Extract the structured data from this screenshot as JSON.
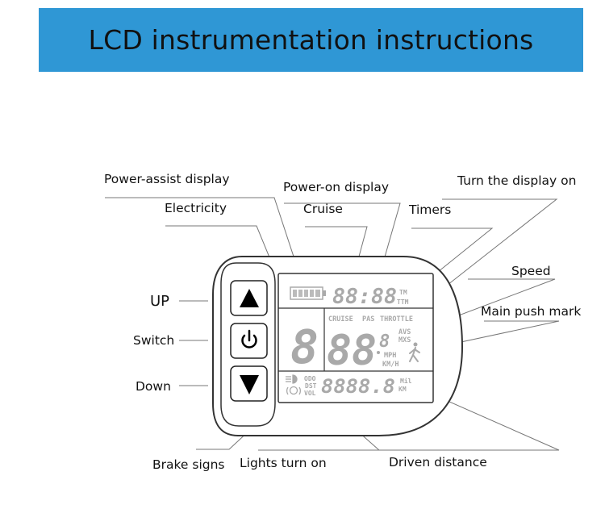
{
  "title": "LCD instrumentation instructions",
  "labels": {
    "power_assist_display": "Power-assist display",
    "power_on_display": "Power-on display",
    "turn_display_on": "Turn the display on",
    "electricity": "Electricity",
    "cruise": "Cruise",
    "timers": "Timers",
    "speed": "Speed",
    "main_push_mark": "Main push mark",
    "up": "UP",
    "switch": "Switch",
    "down": "Down",
    "brake_signs": "Brake signs",
    "lights_turn_on": "Lights turn on",
    "driven_distance": "Driven distance"
  },
  "lcd": {
    "time_digits": "88:88",
    "time_unit_top": "TM",
    "time_unit_bottom": "TTM",
    "mode_cruise": "CRUISE",
    "mode_pas": "PAS",
    "mode_throttle": "THROTTLE",
    "assist_digit": "8",
    "speed_digits": "88",
    "speed_decimal": "8",
    "speed_avg": "AVS",
    "speed_max": "MXS",
    "speed_unit_mph": "MPH",
    "speed_unit_kmh": "KM/H",
    "odo": "ODO",
    "dst": "DST",
    "vol": "VOL",
    "distance_digits": "8888.8",
    "distance_unit_mil": "Mil",
    "distance_unit_km": "KM"
  },
  "colors": {
    "banner": "#2f97d5",
    "lcd_segment": "#a9a9a9",
    "outline": "#333333"
  }
}
